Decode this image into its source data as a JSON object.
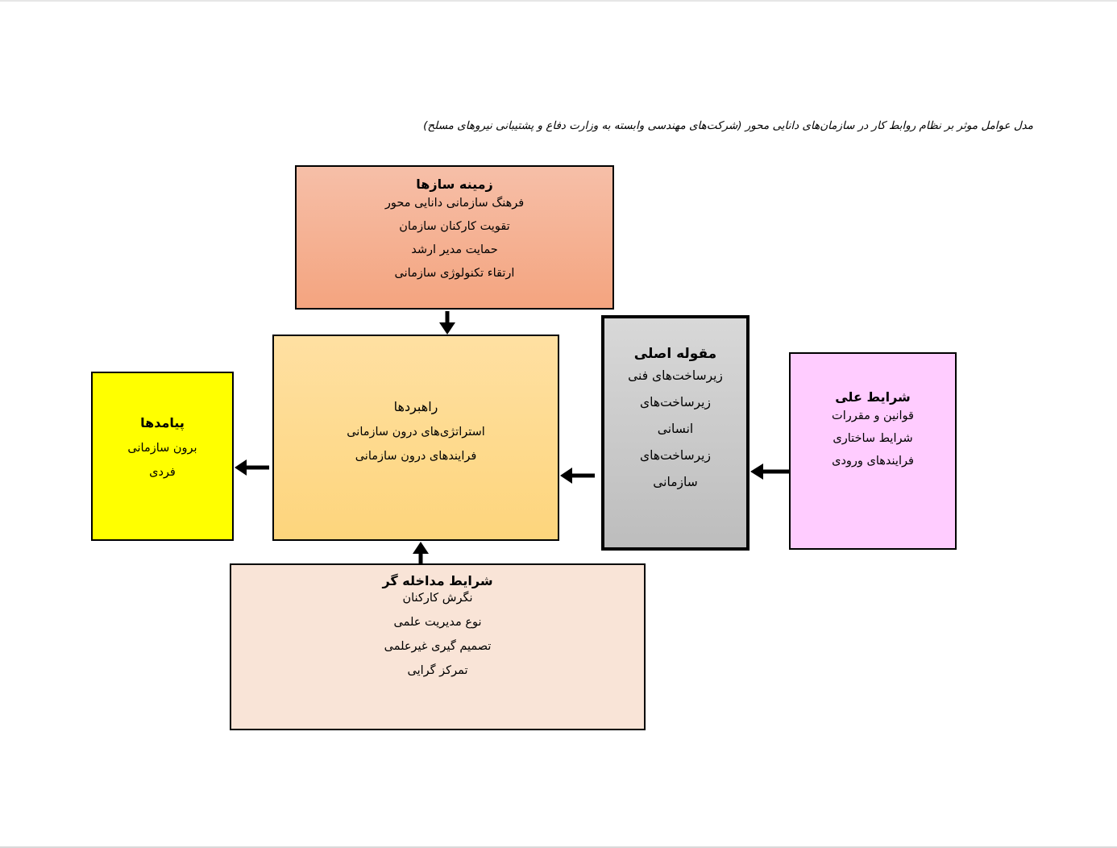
{
  "title": "مدل عوامل موثر بر نظام روابط کار در سازمان‌های دانایی محور (شرکت‌های مهندسی وابسته به وزارت دفاع و پشتیبانی نیروهای مسلح)",
  "context": {
    "heading": "زمینه سازها",
    "items": [
      "فرهنگ سازمانی دانایی محور",
      "تقویت کارکنان سازمان",
      "حمایت مدیر ارشد",
      "ارتقاء تکنولوژی سازمانی"
    ]
  },
  "strategies": {
    "heading": "راهبردها",
    "items": [
      "استراتژی‌های درون سازمانی",
      "فرایندهای درون سازمانی"
    ]
  },
  "outcomes": {
    "heading": "پیامدها",
    "items": [
      "برون سازمانی",
      "فردی"
    ]
  },
  "core": {
    "heading": "مقوله اصلی",
    "items": [
      "زیرساخت‌های فنی",
      "زیرساخت‌های",
      "انسانی",
      "زیرساخت‌های",
      "سازمانی"
    ]
  },
  "causal": {
    "heading": "شرایط علی",
    "items": [
      "قوانین و مقررات",
      "شرایط ساختاری",
      "فرایندهای ورودی"
    ]
  },
  "intervening": {
    "heading": "شرایط مداخله گر",
    "items": [
      "نگرش کارکنان",
      "نوع مدیریت علمی",
      "تصمیم گیری غیرعلمی",
      "تمرکز گرایی"
    ]
  },
  "colors": {
    "context": "#f4a582",
    "strategies": "#fdd67e",
    "outcomes": "#ffff00",
    "core": "#c4c4c4",
    "causal": "#ffccff",
    "intervening": "#f9e4d8"
  }
}
